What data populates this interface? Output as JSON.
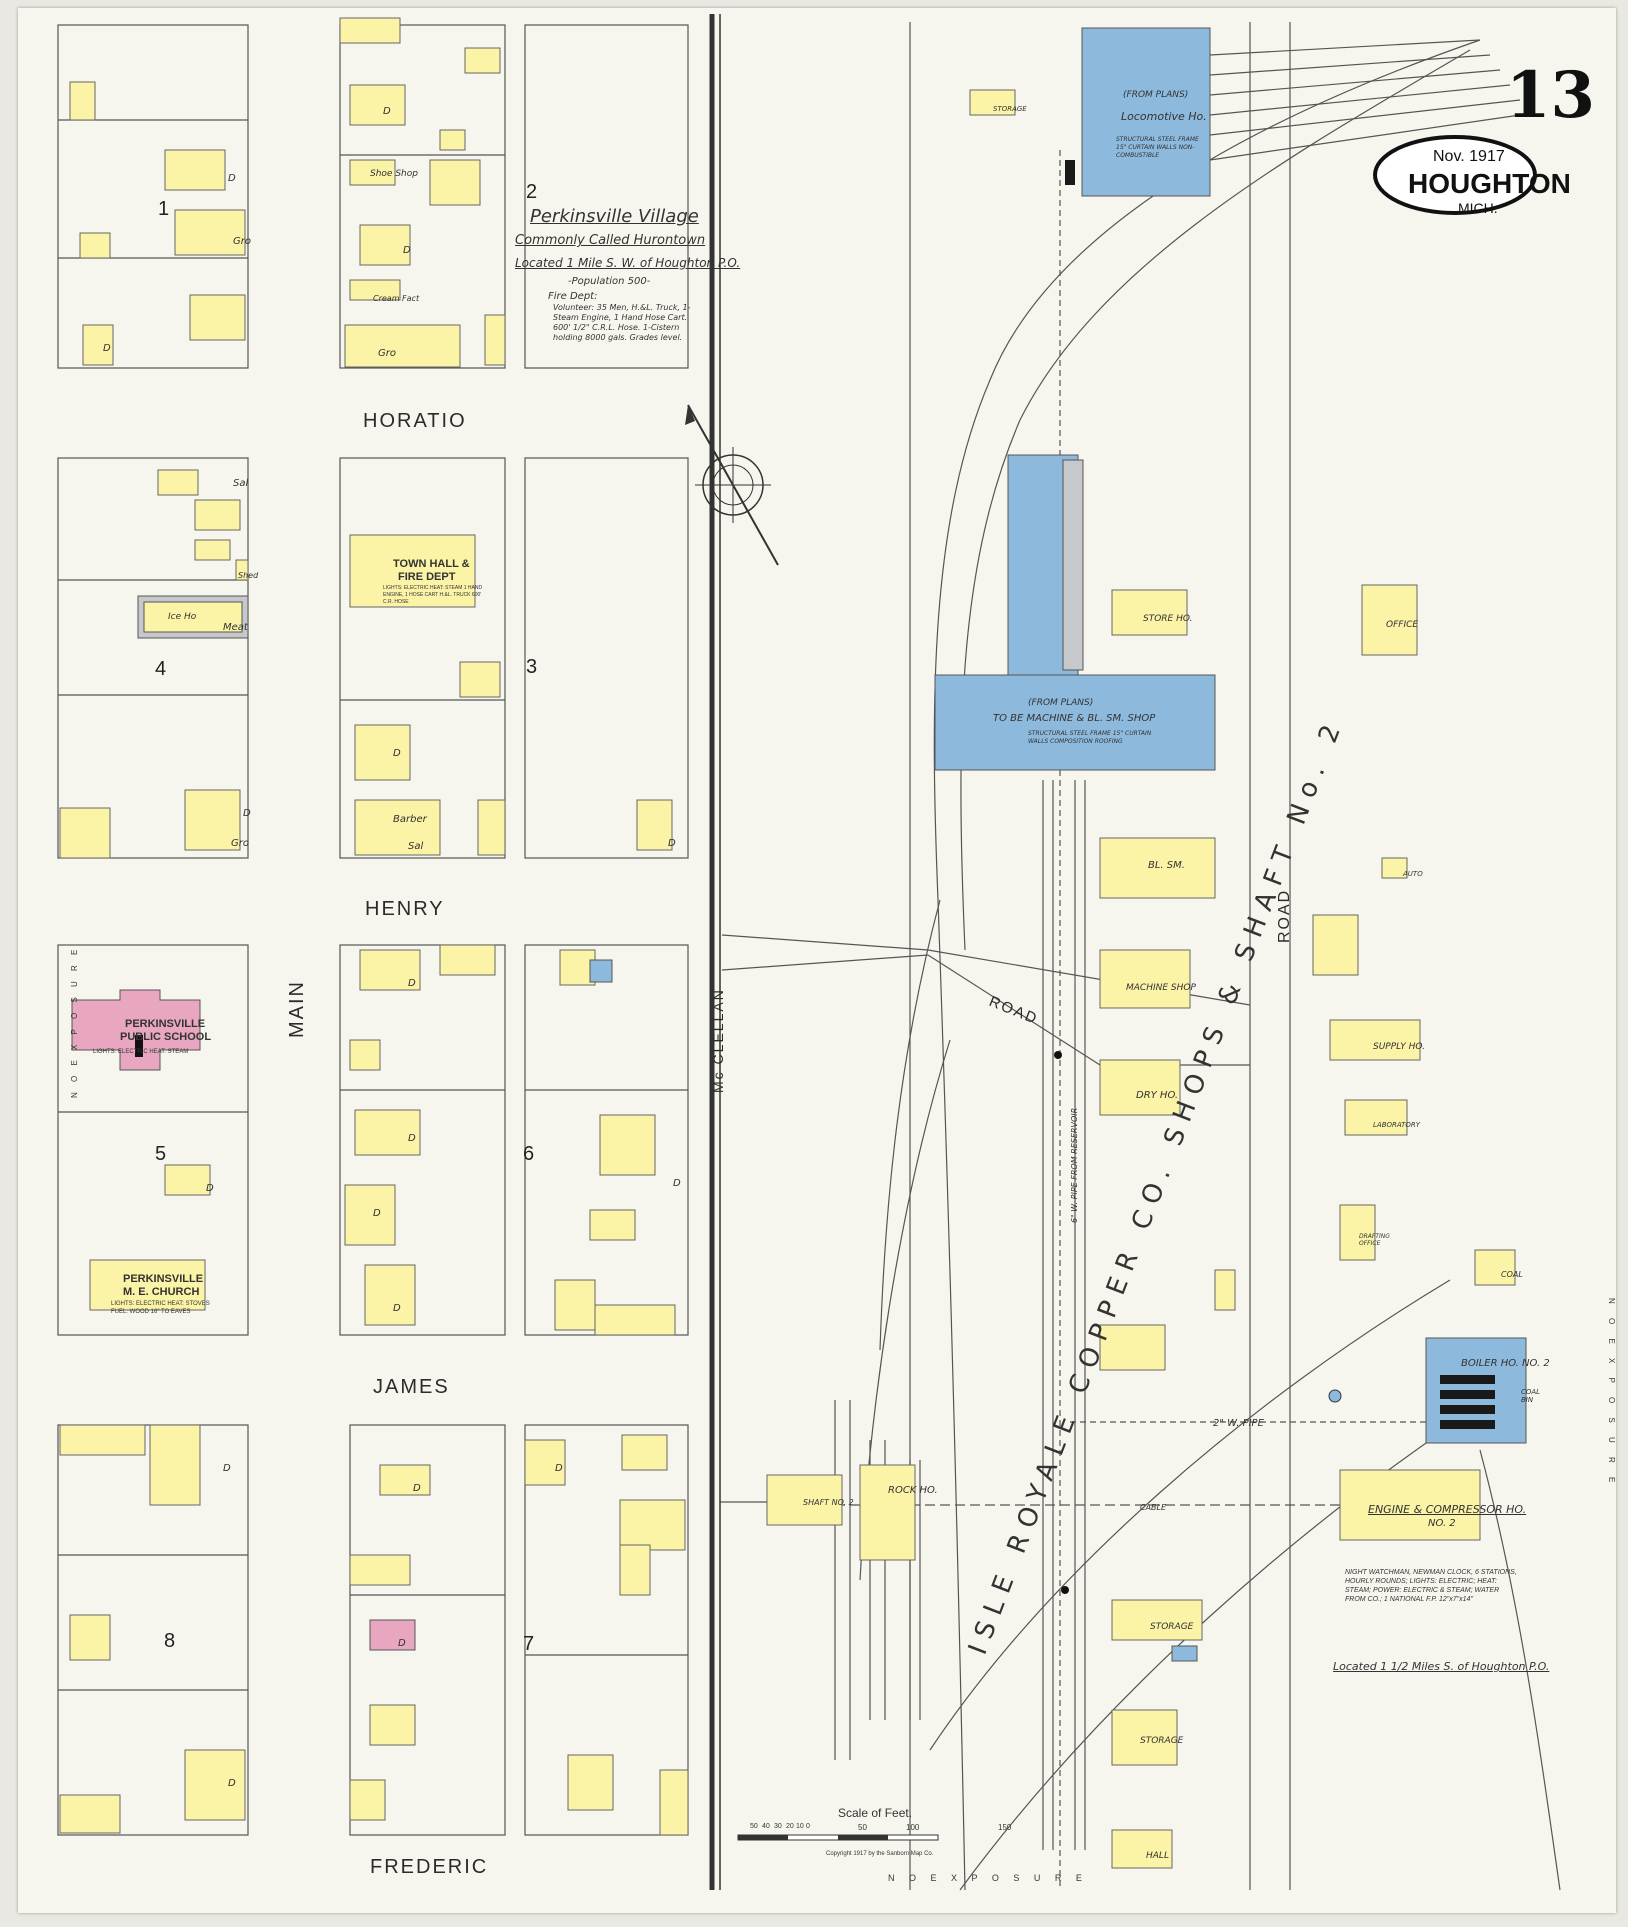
{
  "sheet": {
    "number": "13",
    "date": "Nov. 1917",
    "city": "HOUGHTON",
    "state": "MICH."
  },
  "village": {
    "title": "Perkinsville Village",
    "aka": "Commonly Called Hurontown",
    "location": "Located 1 Mile S. W. of Houghton P.O.",
    "population": "-Population 500-",
    "fire_dept": "Fire Dept:",
    "fire_notes": "Volunteer: 35 Men, H.&L. Truck, 1-Steam Engine, 1 Hand Hose Cart. 600' 1/2\" C.R.L. Hose. 1-Cistern holding 8000 gals. Grades level."
  },
  "streets": {
    "horatio": "HORATIO",
    "henry": "HENRY",
    "james": "JAMES",
    "frederic": "FREDERIC",
    "main": "MAIN",
    "mcclellan": "Mc CLELLAN",
    "road_horizontal": "ROAD",
    "road_vertical": "ROAD"
  },
  "blocks": [
    "1",
    "2",
    "3",
    "4",
    "5",
    "6",
    "7",
    "8"
  ],
  "buildings": {
    "school_1": "PERKINSVILLE",
    "school_2": "PUBLIC SCHOOL",
    "school_note": "LIGHTS: ELECTRIC  HEAT: STEAM",
    "church_1": "PERKINSVILLE",
    "church_2": "M. E. CHURCH",
    "church_note": "LIGHTS: ELECTRIC  HEAT: STOVES  FUEL: WOOD  16\" TO EAVES",
    "town_hall_1": "TOWN HALL &",
    "town_hall_2": "FIRE DEPT",
    "town_hall_note": "LIGHTS: ELECTRIC  HEAT: STEAM  1 HAND ENGINE, 1 HOSE CART  H.&L. TRUCK 600' C.R. HOSE",
    "barber": "Barber",
    "sal": "Sal",
    "gro": "Gro",
    "shoe_shop": "Shoe Shop",
    "ice_ho": "Ice Ho",
    "meat": "Meat",
    "shed": "Shed",
    "cream_fact": "Cream Fact",
    "d": "D",
    "loco_plans": "(FROM PLANS)",
    "loco_name": "Locomotive Ho.",
    "loco_note": "STRUCTURAL STEEL FRAME  15\" CURTAIN WALLS  NON-COMBUSTIBLE",
    "machine_plans": "(FROM PLANS)",
    "machine_name": "TO BE MACHINE & BL. SM. SHOP",
    "machine_note": "STRUCTURAL STEEL FRAME  15\" CURTAIN WALLS  COMPOSITION ROOFING",
    "storage": "STORAGE",
    "store_ho": "STORE HO.",
    "bl_sm": "BL. SM.",
    "machine_shop": "MACHINE SHOP",
    "dry_ho": "DRY HO.",
    "office": "OFFICE",
    "supply_ho": "SUPPLY HO.",
    "laboratory": "LABORATORY",
    "drafting_office": "DRAFTING OFFICE",
    "coal": "COAL",
    "boiler_ho": "BOILER HO. NO. 2",
    "coal_bin": "COAL BIN",
    "engine_ho_1": "ENGINE & COMPRESSOR HO.",
    "engine_ho_2": "NO. 2",
    "rock_ho": "ROCK HO.",
    "shaft": "SHAFT NO. 2",
    "hall": "HALL",
    "storage2": "STORAGE",
    "auto": "AUTO",
    "pipe_label": "2\" W. PIPE",
    "cable_label": "CABLE",
    "pipe_vertical": "6\" W. PIPE FROM RESERVOIR"
  },
  "company": {
    "name": "ISLE ROYALE COPPER CO. SHOPS & SHAFT No. 2",
    "watch_note": "NIGHT WATCHMAN, NEWMAN CLOCK, 6 STATIONS, HOURLY ROUNDS; LIGHTS: ELECTRIC; HEAT: STEAM; POWER: ELECTRIC & STEAM; WATER FROM CO.; 1 NATIONAL F.P. 12\"x7\"x14\"",
    "location": "Located 1 1/2 Miles S. of Houghton P.O."
  },
  "scale": {
    "title": "Scale of Feet.",
    "ticks": [
      "50",
      "40",
      "30",
      "20",
      "10",
      "0",
      "50",
      "100",
      "150"
    ],
    "copyright": "Copyright 1917 by the Sanborn Map Co."
  },
  "margin": {
    "no_exposure_bottom": "N O   E X P O S U R E",
    "no_exposure_left": "N O   E X P O S U R E",
    "no_exposure_right": "N O   E X P O S U R E"
  },
  "colors": {
    "paper": "#f7f6ee",
    "frame": "#fbf3a6",
    "brick": "#e8a6c0",
    "iron": "#8db9dc",
    "ink": "#333333"
  }
}
